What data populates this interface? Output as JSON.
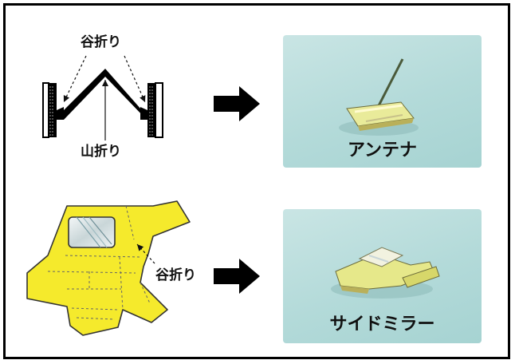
{
  "labels": {
    "valley_fold_top": "谷折り",
    "mountain_fold": "山折り",
    "valley_fold_bottom": "谷折り"
  },
  "captions": {
    "antenna": "アンテナ",
    "side_mirror": "サイドミラー"
  },
  "colors": {
    "paper_yellow": "#f5ea2c",
    "photo_bg": "#b3dad9",
    "arrow": "#000000"
  }
}
